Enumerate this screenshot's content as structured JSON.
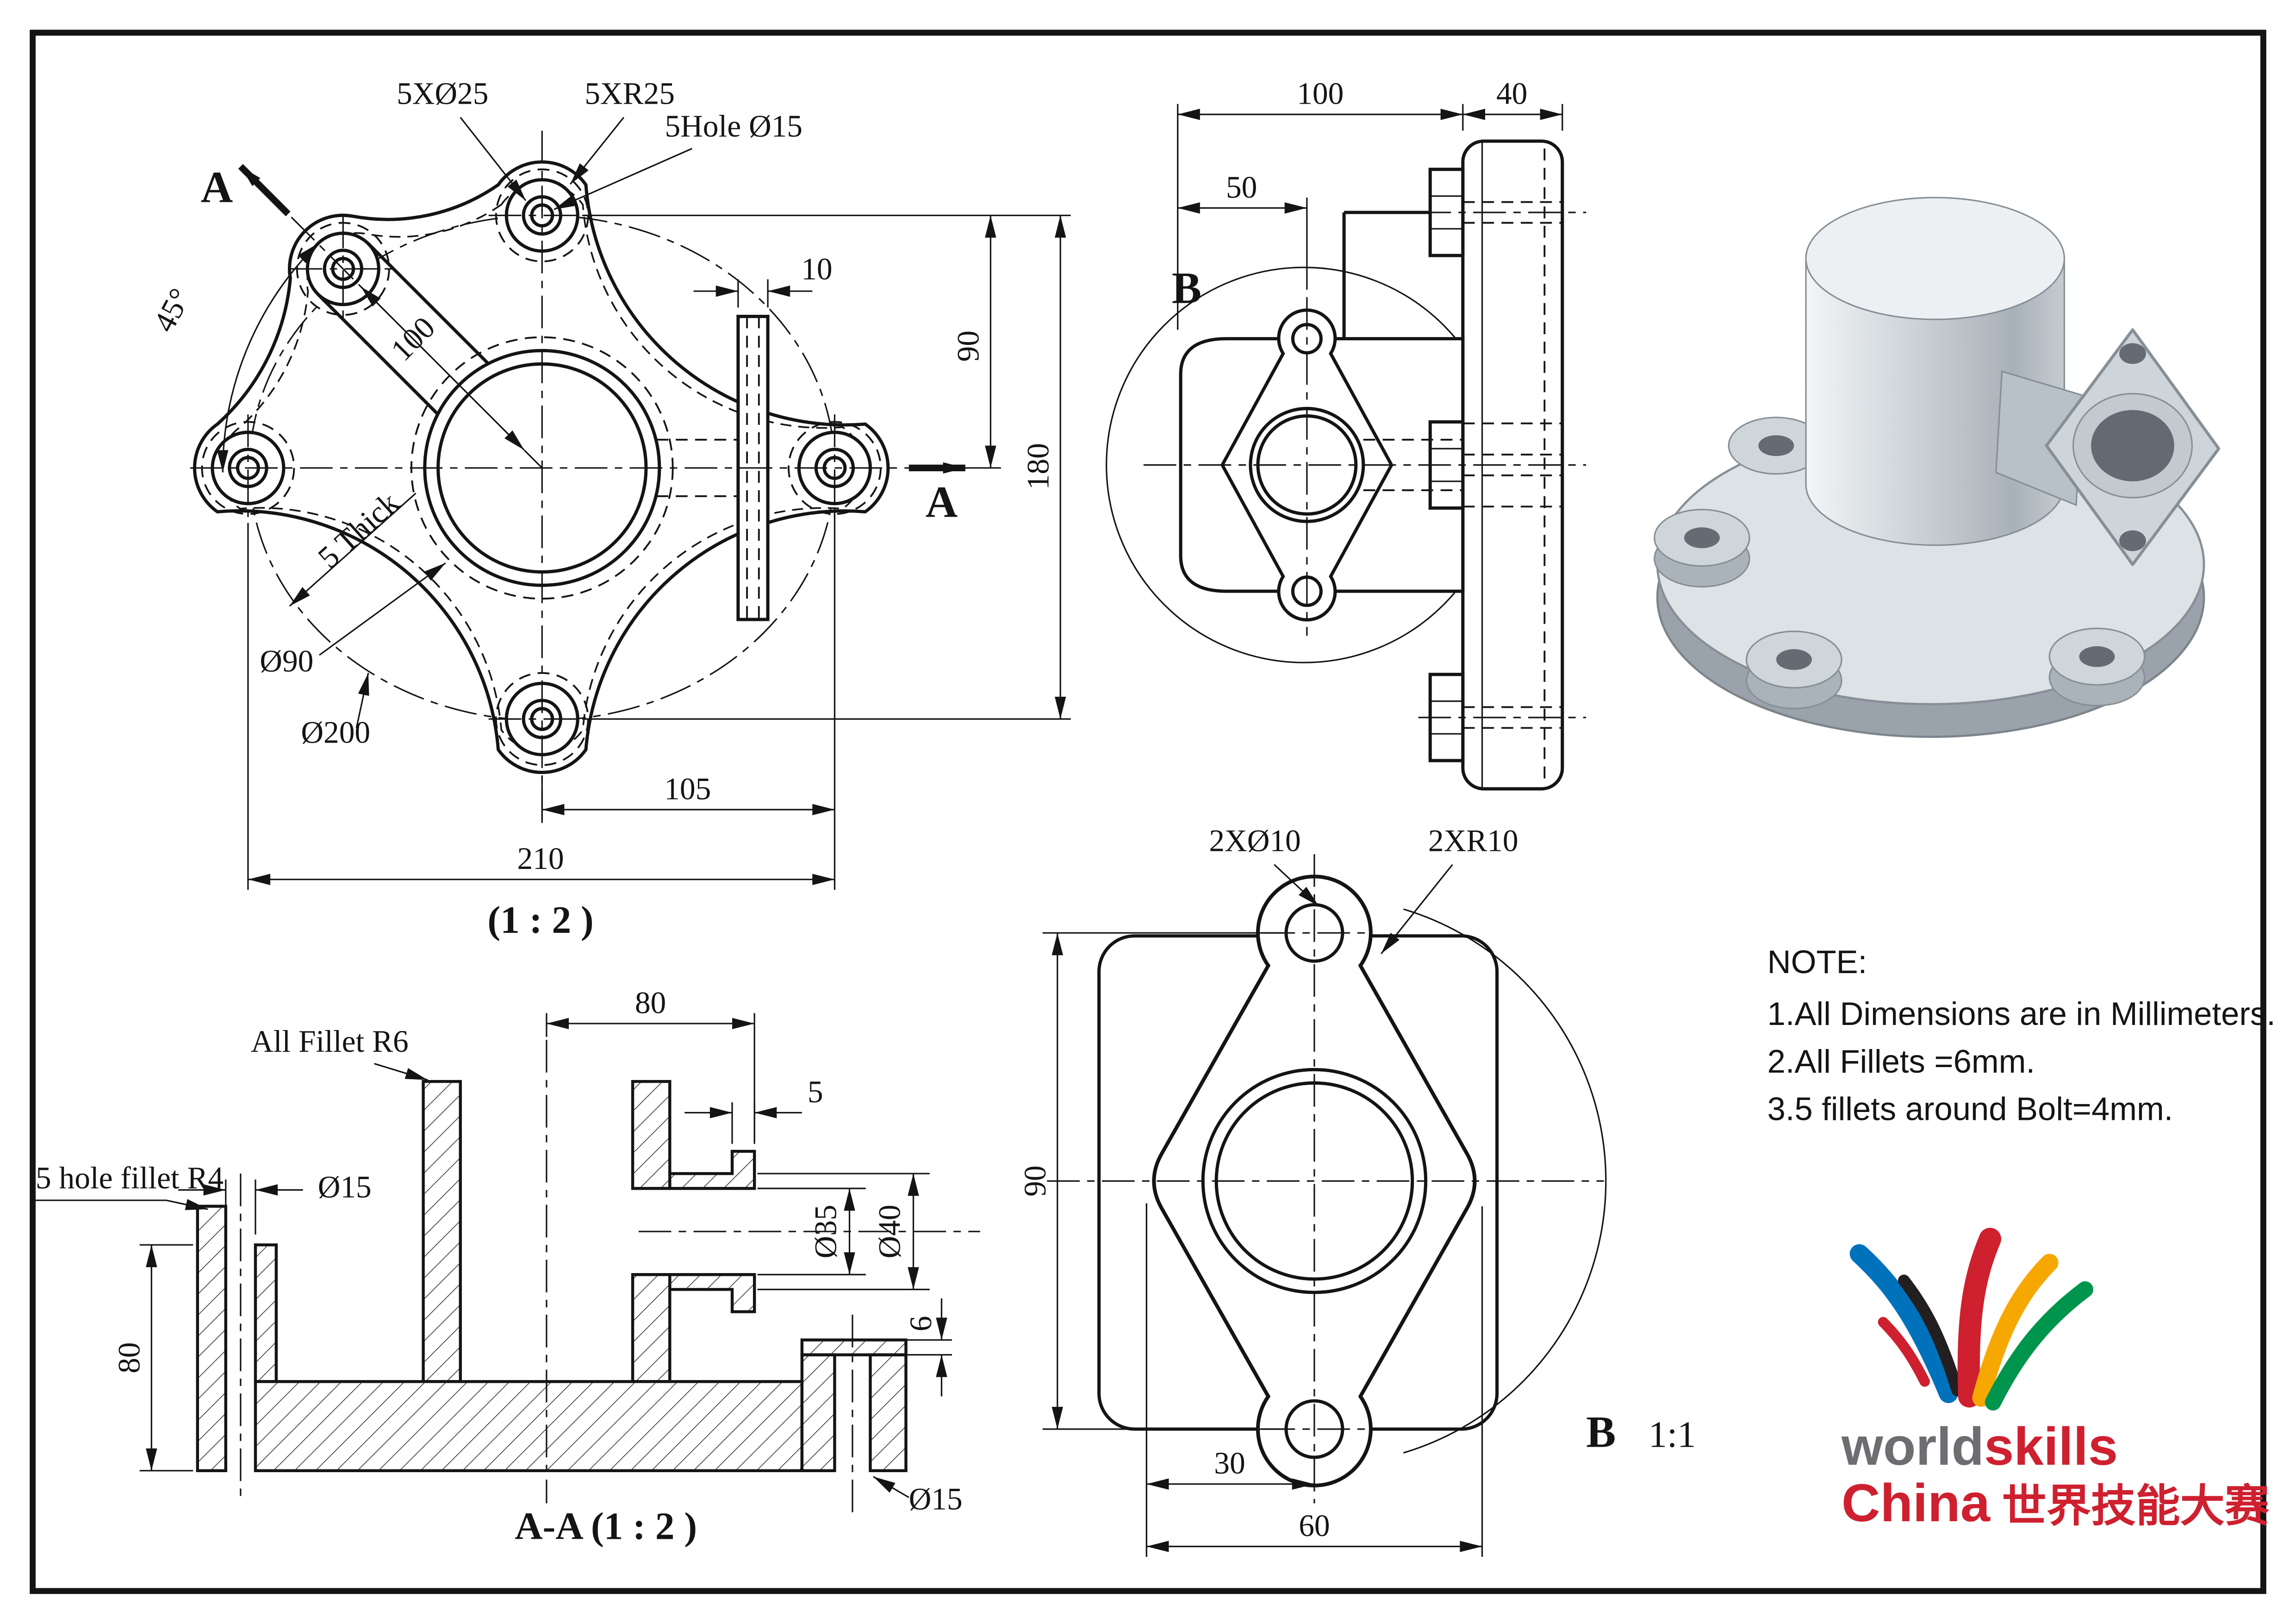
{
  "sheet": {
    "front_view": {
      "callout_5x_d25": "5XØ25",
      "callout_5x_r25": "5XR25",
      "callout_5hole_d15": "5Hole Ø15",
      "dim_45deg": "45°",
      "dim_100": "100",
      "dim_10": "10",
      "dim_90": "90",
      "dim_180": "180",
      "note_thick": "5 Thick",
      "dim_d90": "Ø90",
      "dim_d200": "Ø200",
      "dim_105": "105",
      "dim_210": "210",
      "scale_label": "(1 : 2 )",
      "section_letter": "A"
    },
    "side_view": {
      "dim_100": "100",
      "dim_40": "40",
      "dim_50": "50",
      "detail_letter": "B"
    },
    "section_view": {
      "dim_80_top": "80",
      "dim_5": "5",
      "note_fillet": "All Fillet R6",
      "note_hole_fillet": "5 hole fillet R4",
      "dim_d15_left": "Ø15",
      "dim_d35": "Ø35",
      "dim_d40": "Ø40",
      "dim_6": "6",
      "dim_80_left": "80",
      "dim_d15_bottom": "Ø15",
      "view_title": "A-A (1 : 2 )"
    },
    "detail_view": {
      "callout_2x_d10": "2XØ10",
      "callout_2x_r10": "2XR10",
      "dim_90": "90",
      "dim_30": "30",
      "dim_60": "60",
      "view_letter": "B",
      "view_scale": "1:1"
    },
    "notes": {
      "heading": "NOTE:",
      "line1": "1.All Dimensions are in Millimeters.",
      "line2": "2.All Fillets =6mm.",
      "line3": "3.5 fillets around Bolt=4mm."
    },
    "logo": {
      "word_world": "world",
      "word_skills": "skills",
      "word_china": "China",
      "word_cn": "世界技能大赛"
    }
  }
}
